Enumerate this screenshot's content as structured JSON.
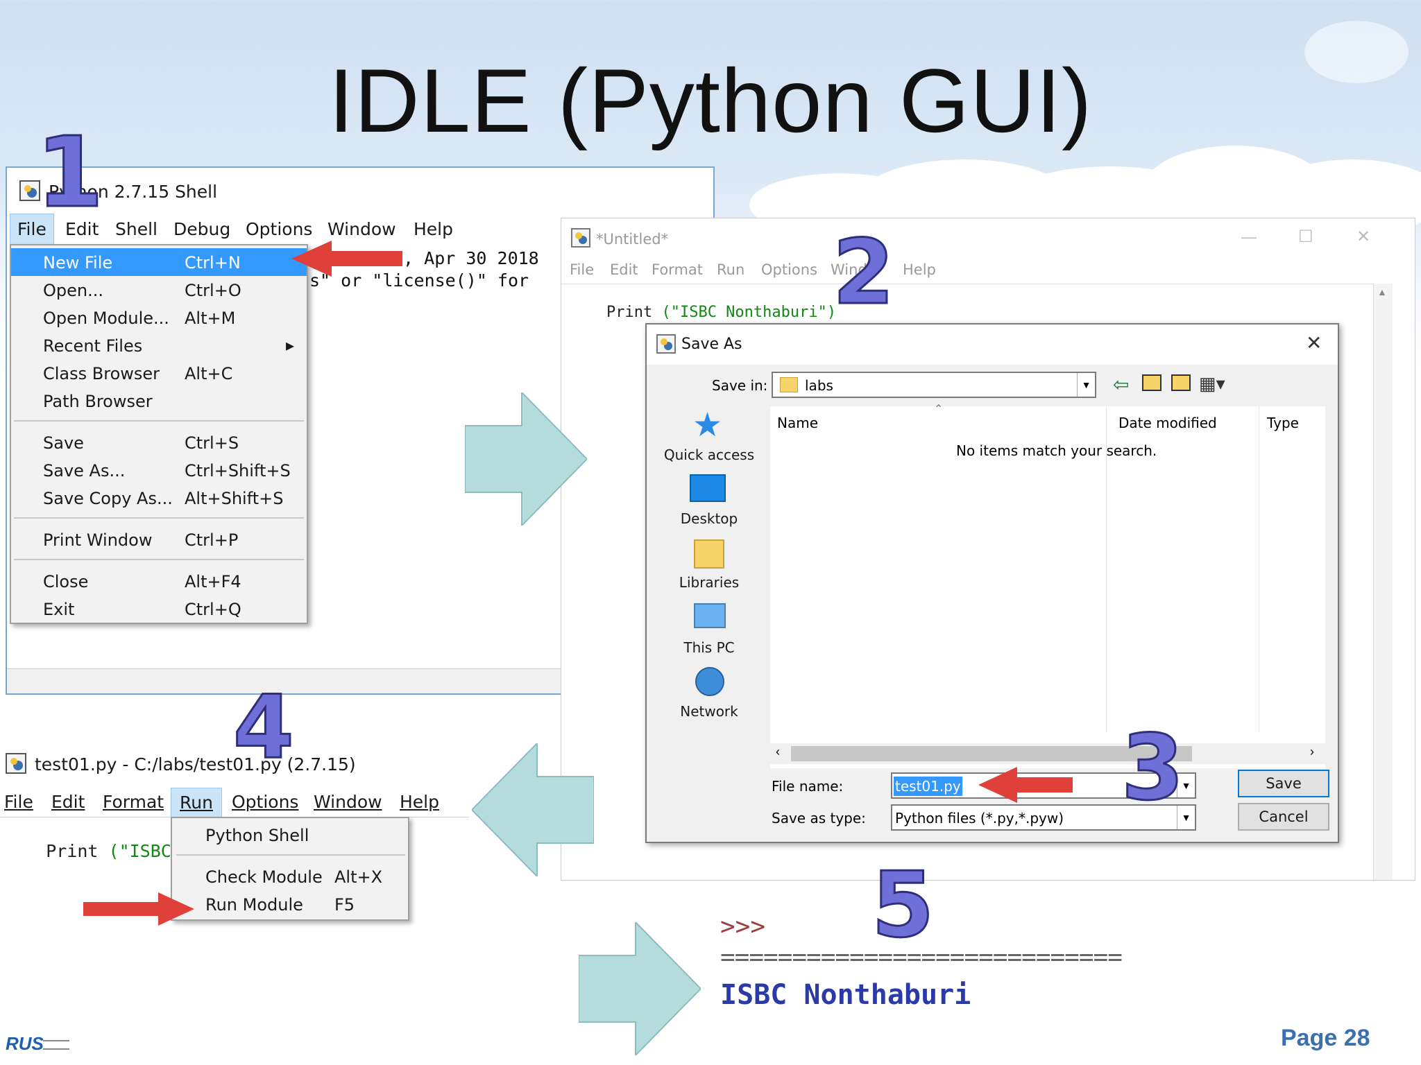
{
  "slide": {
    "title": "IDLE (Python GUI)",
    "page_label": "Page 28",
    "logo_text": "RUS",
    "steps": [
      "1",
      "2",
      "3",
      "4",
      "5"
    ]
  },
  "shell_window": {
    "title": "Python 2.7.15 Shell",
    "menu": [
      "File",
      "Edit",
      "Shell",
      "Debug",
      "Options",
      "Window",
      "Help"
    ],
    "bg_text_line1": "3, Apr 30 2018",
    "bg_text_line2": "s\" or \"license()\" for",
    "file_menu": [
      {
        "label": "New File",
        "shortcut": "Ctrl+N",
        "highlighted": true
      },
      {
        "label": "Open...",
        "shortcut": "Ctrl+O"
      },
      {
        "label": "Open Module...",
        "shortcut": "Alt+M"
      },
      {
        "label": "Recent Files",
        "shortcut": "▸"
      },
      {
        "label": "Class Browser",
        "shortcut": "Alt+C"
      },
      {
        "label": "Path Browser",
        "shortcut": ""
      },
      {
        "label": "Save",
        "shortcut": "Ctrl+S"
      },
      {
        "label": "Save As...",
        "shortcut": "Ctrl+Shift+S"
      },
      {
        "label": "Save Copy As...",
        "shortcut": "Alt+Shift+S"
      },
      {
        "label": "Print Window",
        "shortcut": "Ctrl+P"
      },
      {
        "label": "Close",
        "shortcut": "Alt+F4"
      },
      {
        "label": "Exit",
        "shortcut": "Ctrl+Q"
      }
    ]
  },
  "editor_window": {
    "title": "*Untitled*",
    "menu": [
      "File",
      "Edit",
      "Format",
      "Run",
      "Options",
      "Wind",
      "Help"
    ],
    "code_kw": "Print ",
    "code_str": "(\"ISBC Nonthaburi\")",
    "controls": [
      "—",
      "☐",
      "✕"
    ]
  },
  "save_dialog": {
    "title": "Save As",
    "save_in_label": "Save in:",
    "save_in_value": "labs",
    "columns": [
      "Name",
      "Date modified",
      "Type"
    ],
    "empty_message": "No items match your search.",
    "places": [
      "Quick access",
      "Desktop",
      "Libraries",
      "This PC",
      "Network"
    ],
    "file_name_label": "File name:",
    "file_name_value": "test01.py",
    "save_type_label": "Save as type:",
    "save_type_value": "Python files (*.py,*.pyw)",
    "save_button": "Save",
    "cancel_button": "Cancel"
  },
  "run_window": {
    "title": "test01.py - C:/labs/test01.py (2.7.15)",
    "menu": [
      "File",
      "Edit",
      "Format",
      "Run",
      "Options",
      "Window",
      "Help"
    ],
    "code_kw": "Print ",
    "code_str": "(\"ISBC N",
    "run_menu": [
      {
        "label": "Python Shell",
        "shortcut": ""
      },
      {
        "label": "Check Module",
        "shortcut": "Alt+X"
      },
      {
        "label": "Run Module",
        "shortcut": "F5"
      }
    ]
  },
  "output": {
    "prompt": ">>>",
    "separator": "============================",
    "result": "ISBC Nonthaburi"
  },
  "colors": {
    "step_fill": "#6f6fd8",
    "red_arrow": "#e0403a",
    "flow_arrow": "#b5dcdc",
    "highlight": "#3399ff"
  }
}
